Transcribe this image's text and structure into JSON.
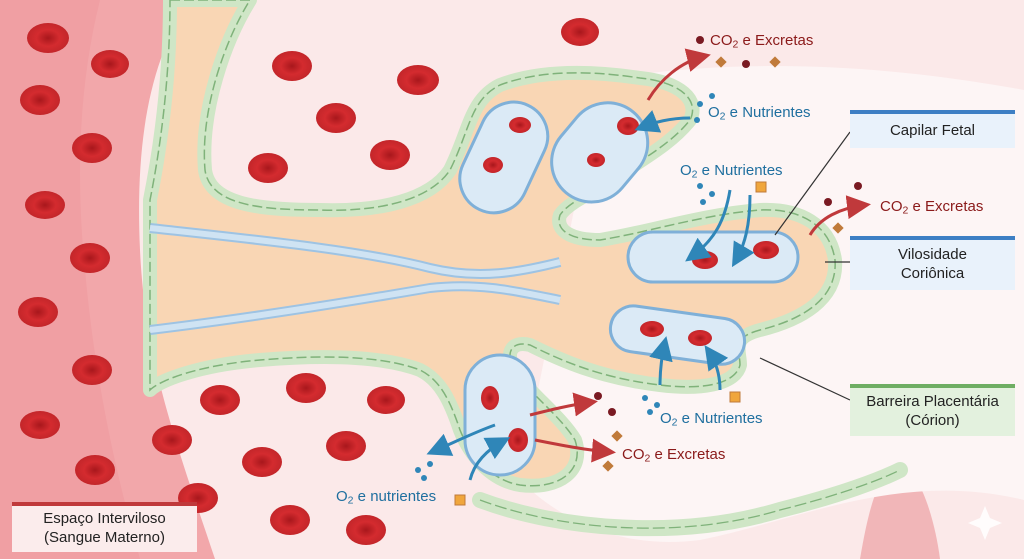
{
  "labels": {
    "capilar_fetal": "Capilar Fetal",
    "vilosidade_line1": "Vilosidade",
    "vilosidade_line2": "Coriônica",
    "barreira_line1": "Barreira Placentária",
    "barreira_line2": "(Córion)",
    "espaco_line1": "Espaço Interviloso",
    "espaco_line2": "(Sangue Materno)"
  },
  "annotations": {
    "o2_prefix": "O",
    "o2_sub": "2",
    "co2_prefix": "CO",
    "co2_sub": "2",
    "nutrientes_suffix": " e Nutrientes",
    "nutrientes_lower_suffix": " e nutrientes",
    "excretas_suffix": " e Excretas"
  },
  "colors": {
    "maternal_blood": "#f3b3b5",
    "villus_tissue": "#f9d6b4",
    "barrier_green": "#cfe6c6",
    "capillary_blue": "#cfe3f3",
    "rbc_red": "#d42b2f",
    "o2_arrow": "#2f86b8",
    "co2_arrow": "#c0393b"
  }
}
